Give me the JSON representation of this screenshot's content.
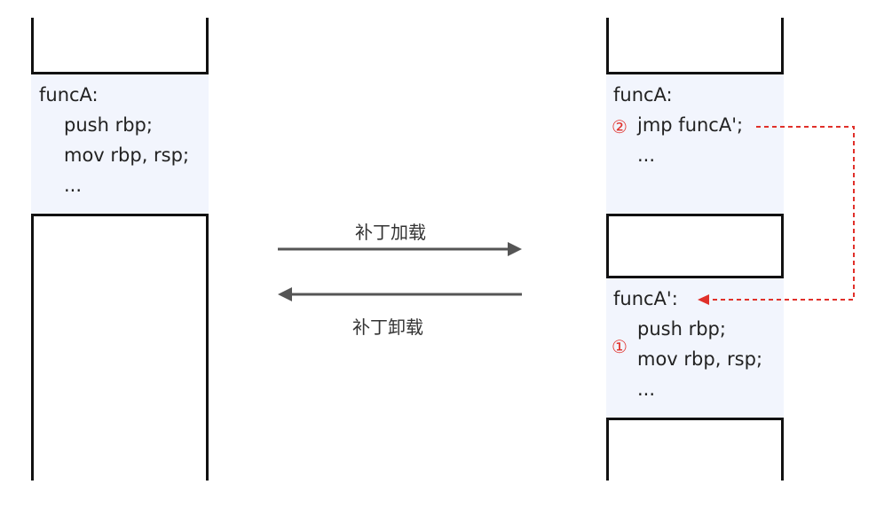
{
  "left_stack": {
    "lines": [
      "funcA:",
      "push rbp;",
      "mov rbp, rsp;",
      "..."
    ]
  },
  "right_stack": {
    "upper": {
      "title": "funcA:",
      "marker": "②",
      "jump_line": "jmp funcA';",
      "ellipsis": "..."
    },
    "lower": {
      "title": "funcA':",
      "marker": "①",
      "lines": [
        "push rbp;",
        "mov rbp, rsp;",
        "..."
      ]
    }
  },
  "arrows": {
    "load_label": "补丁加载",
    "unload_label": "补丁卸载"
  },
  "colors": {
    "box_fill": "#f2f5fd",
    "line": "#111111",
    "accent_red": "#e0302a",
    "arrow_gray": "#555555"
  }
}
